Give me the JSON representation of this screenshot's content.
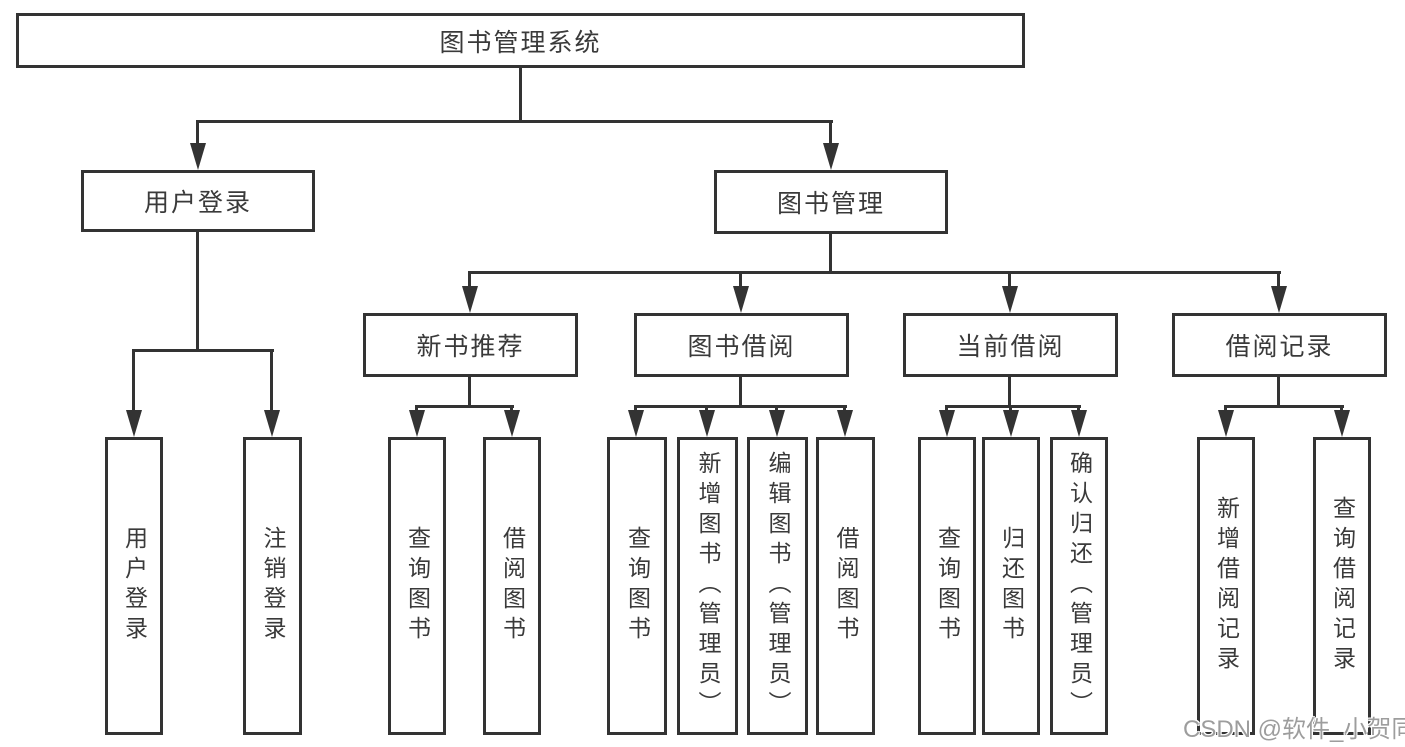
{
  "theme": {
    "line_color": "#333333",
    "text_color": "#3a3a3a",
    "watermark_color": "#9d9d9d",
    "background": "#ffffff"
  },
  "watermark": {
    "text": "CSDN @软件_小贺同学"
  },
  "tree": {
    "root": {
      "label": "图书管理系统"
    },
    "level2": [
      {
        "label": "用户登录"
      },
      {
        "label": "图书管理"
      }
    ],
    "level3": [
      {
        "label": "新书推荐"
      },
      {
        "label": "图书借阅"
      },
      {
        "label": "当前借阅"
      },
      {
        "label": "借阅记录"
      }
    ],
    "leaves": {
      "user_login": [
        {
          "label": "用户登录"
        },
        {
          "label": "注销登录"
        }
      ],
      "new_book_recommend": [
        {
          "label": "查询图书"
        },
        {
          "label": "借阅图书"
        }
      ],
      "book_borrow": [
        {
          "label": "查询图书"
        },
        {
          "label": "新增图书（管理员）"
        },
        {
          "label": "编辑图书（管理员）"
        },
        {
          "label": "借阅图书"
        }
      ],
      "current_borrow": [
        {
          "label": "查询图书"
        },
        {
          "label": "归还图书"
        },
        {
          "label": "确认归还（管理员）"
        }
      ],
      "borrow_records": [
        {
          "label": "新增借阅记录"
        },
        {
          "label": "查询借阅记录"
        }
      ]
    }
  }
}
